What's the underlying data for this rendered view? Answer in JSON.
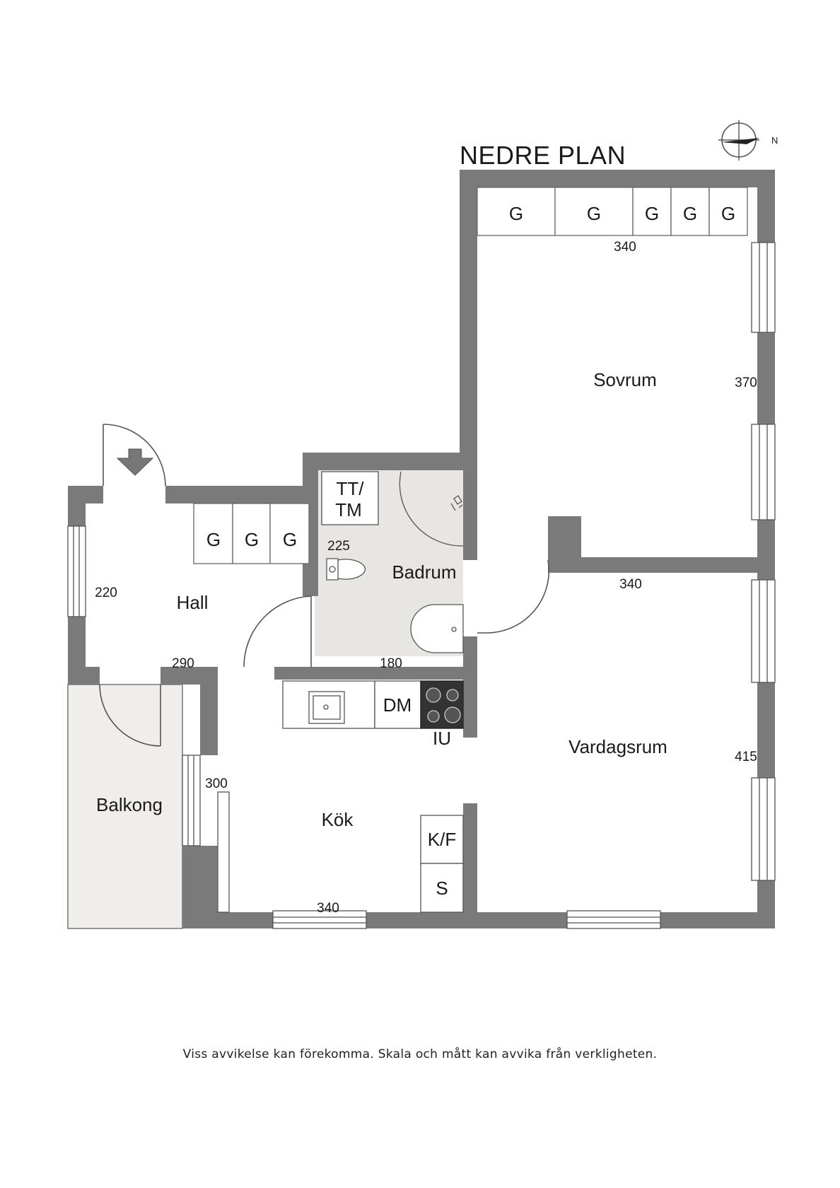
{
  "title": "NEDRE PLAN",
  "compass_label": "N",
  "rooms": {
    "sovrum": "Sovrum",
    "badrum": "Badrum",
    "hall": "Hall",
    "vardagsrum": "Vardagsrum",
    "kok": "Kök",
    "balkong": "Balkong"
  },
  "dimensions": {
    "sovrum_width": "340",
    "sovrum_depth": "370",
    "bad_height": "225",
    "bad_width": "180",
    "hall_height": "220",
    "hall_width": "290",
    "vardag_width": "340",
    "vardag_depth": "415",
    "kok_height": "300",
    "kok_width": "340"
  },
  "fixtures": {
    "wardrobe": "G",
    "tt_line1": "TT/",
    "tt_line2": "TM",
    "dishwasher": "DM",
    "oven": "IU",
    "fridge_freezer": "K/F",
    "storage": "S"
  },
  "disclaimer": "Viss avvikelse kan förekomma. Skala och mått kan avvika från verkligheten.",
  "colors": {
    "wall": "#7a7a7a",
    "wet_room_floor": "#e8e6e2",
    "balcony_floor": "#efeeea",
    "line": "#555555"
  }
}
